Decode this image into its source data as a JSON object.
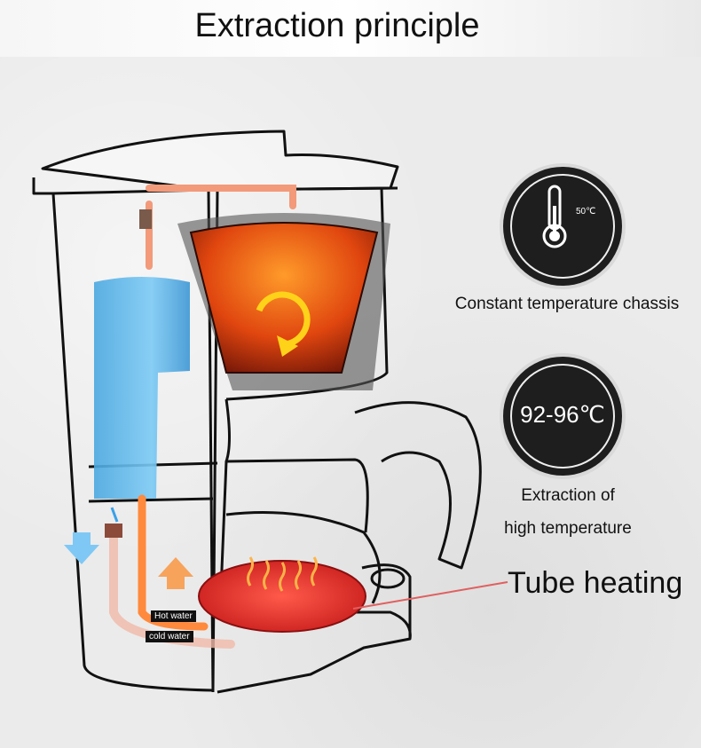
{
  "title": "Extraction principle",
  "features": [
    {
      "icon": "thermometer-icon",
      "sub_label": "50℃",
      "caption": "Constant temperature chassis"
    },
    {
      "badge_text": "92-96℃",
      "caption_lines": [
        "Extraction of",
        "high temperature"
      ]
    }
  ],
  "callout": "Tube heating",
  "labels": {
    "hot": "Hot water",
    "cold": "cold water"
  },
  "colors": {
    "water_tank": "#5bb7ea",
    "hot_water": "#ff8a3d",
    "cold_water": "#3aa0e8",
    "heating_plate": "#e53030",
    "badge": "#1e1e1e"
  }
}
